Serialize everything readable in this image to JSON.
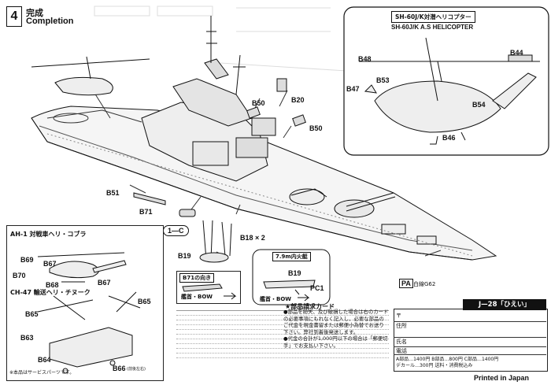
{
  "step": {
    "number": "4",
    "title_jp": "完成",
    "title_en": "Completion"
  },
  "helicopter_callout": {
    "title_jp": "SH-60J/K対潜ヘリコプター",
    "title_en": "SH-60J/K A.S HELICOPTER",
    "labels": [
      "B48",
      "B53",
      "B47",
      "B44",
      "B54",
      "B46"
    ]
  },
  "ship_labels": {
    "b50a": "B50",
    "b20": "B20",
    "b50b": "B50",
    "b51": "B51",
    "b71": "B71",
    "c1": "1—C",
    "b18": "B18 × 2",
    "b19": "B19",
    "pa": "PA",
    "pa_text": "白線G62"
  },
  "aa_helicopters": {
    "title1": "AH-1 対戦車ヘリ・コブラ",
    "title2": "CH-47 輸送ヘリ・チヌーク",
    "labels": {
      "b69": "B69",
      "b67a": "B67",
      "b70": "B70",
      "b68": "B68",
      "b67b": "B67",
      "b65a": "B65",
      "b65b": "B65",
      "b63": "B63",
      "b64": "B64",
      "b66": "B66",
      "b66_note": "(前後左右)"
    },
    "note": "※本品はサービスパーツです。"
  },
  "gun_box": {
    "title": "7.9m内火艇",
    "label": "B19",
    "pc": "PC1",
    "bow": "艦首・BOW"
  },
  "b71_box": {
    "title": "B71の向き",
    "bow": "艦首・BOW"
  },
  "parts_order": {
    "title": "★部品請求カード",
    "code": "J—28「ひえい」",
    "fields": [
      "〒",
      "住所",
      "氏名",
      "電話"
    ],
    "price_line": "A部品…1400円  B部品…800円  C部品…1400円",
    "decal_line": "デカール…300円 送料・消費税込み",
    "desc": "●部品を紛失、及び破損した場合は右のカードの必要事項にもれなく記入し、必要な部品のご代金を現金書留または郵便小為替でお送り下さい。弊社到着後発送します。",
    "desc2": "●代金の合計が1,000円以下の場合は「郵便切手」でお支払い下さい。"
  },
  "printed": "Printed in Japan"
}
